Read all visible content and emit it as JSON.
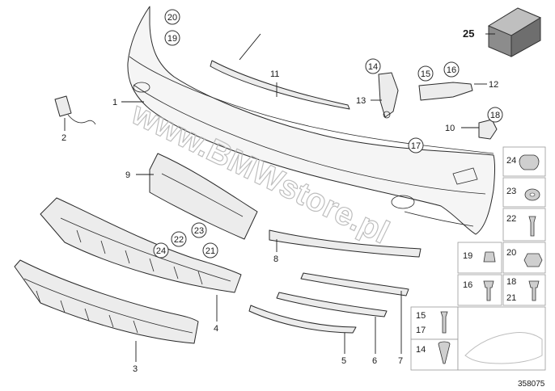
{
  "diagram": {
    "watermark": "www.BMWstore.pl",
    "drawing_code": "358075",
    "callouts": {
      "c1": "1",
      "c2": "2",
      "c3": "3",
      "c4": "4",
      "c5": "5",
      "c6": "6",
      "c7": "7",
      "c8": "8",
      "c9": "9",
      "c10": "10",
      "c11": "11",
      "c12": "12",
      "c13": "13",
      "c14": "14",
      "c15": "15",
      "c16": "16",
      "c17": "17",
      "c18": "18",
      "c19": "19",
      "c20": "20",
      "c21": "21",
      "c22": "22",
      "c23": "23",
      "c24": "24",
      "c25": "25"
    },
    "grid_labels": {
      "g24": "24",
      "g23": "23",
      "g22": "22",
      "g19": "19",
      "g20": "20",
      "g16": "16",
      "g18": "18",
      "g21": "21",
      "g15": "15",
      "g17": "17",
      "g14": "14"
    }
  }
}
